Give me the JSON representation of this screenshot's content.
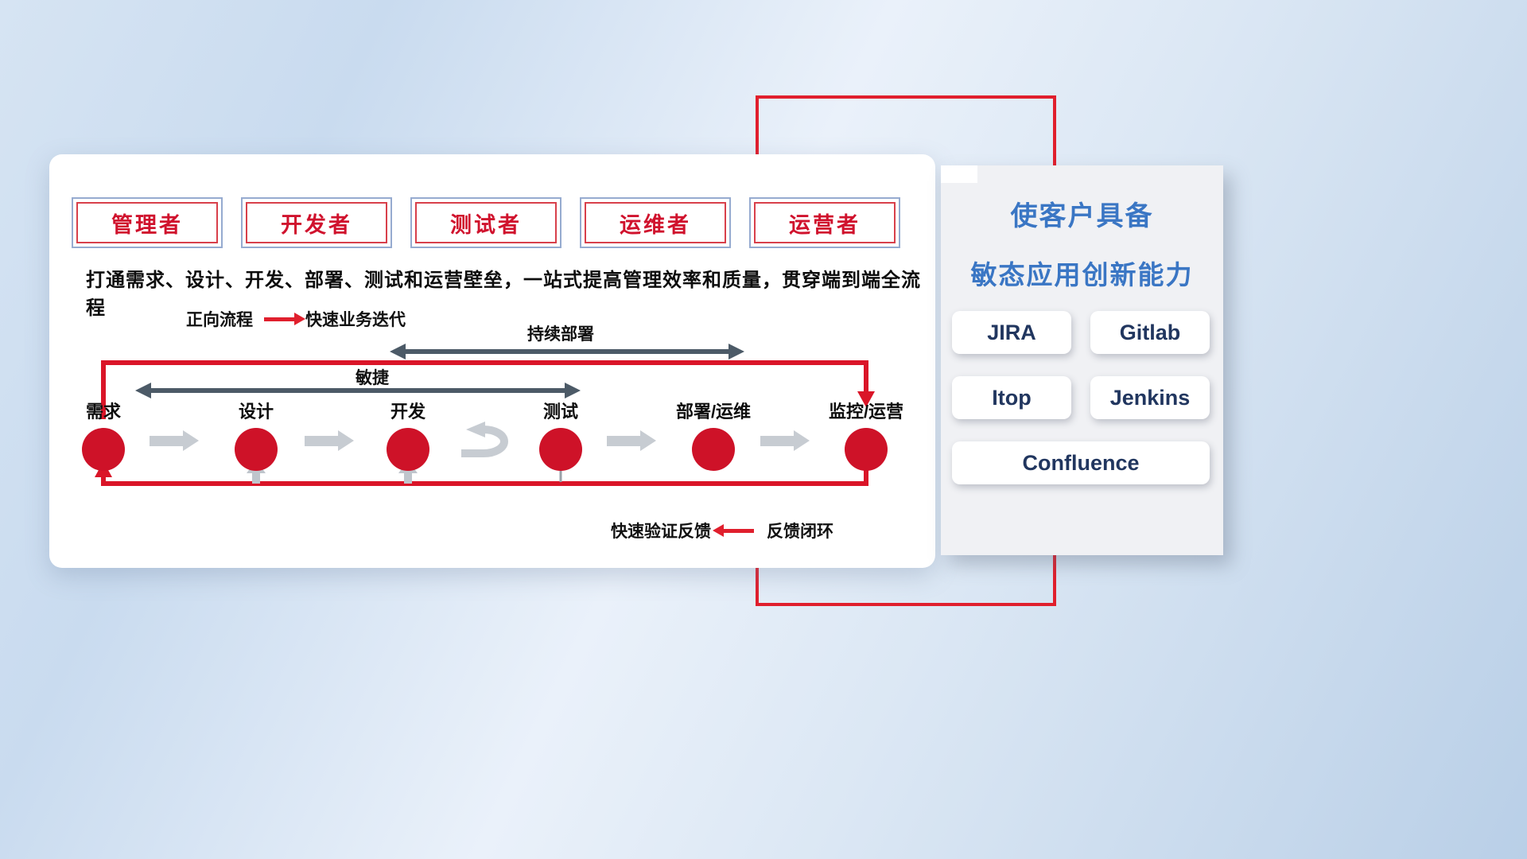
{
  "roles": [
    "管理者",
    "开发者",
    "测试者",
    "运维者",
    "运营者"
  ],
  "description": "打通需求、设计、开发、部署、测试和运营壁垒，一站式提高管理效率和质量，贯穿端到端全流程",
  "legend": {
    "forward_label": "正向流程",
    "forward_caption": "快速业务迭代",
    "feedback_caption": "快速验证反馈",
    "feedback_label": "反馈闭环"
  },
  "flow": {
    "continuous_deployment": "持续部署",
    "agile": "敏捷",
    "nodes": [
      "需求",
      "设计",
      "开发",
      "测试",
      "部署/运维",
      "监控/运营"
    ]
  },
  "panel": {
    "title_line1": "使客户具备",
    "title_line2": "敏态应用创新能力",
    "tools": [
      "JIRA",
      "Gitlab",
      "Itop",
      "Jenkins",
      "Confluence"
    ]
  },
  "colors": {
    "red": "#e01f2d",
    "circle_red": "#ce1228",
    "title_blue": "#3a76c4",
    "tool_navy": "#21365f",
    "slate_arrow": "#4c5a67",
    "gray_arrow": "#c7ccd2"
  }
}
